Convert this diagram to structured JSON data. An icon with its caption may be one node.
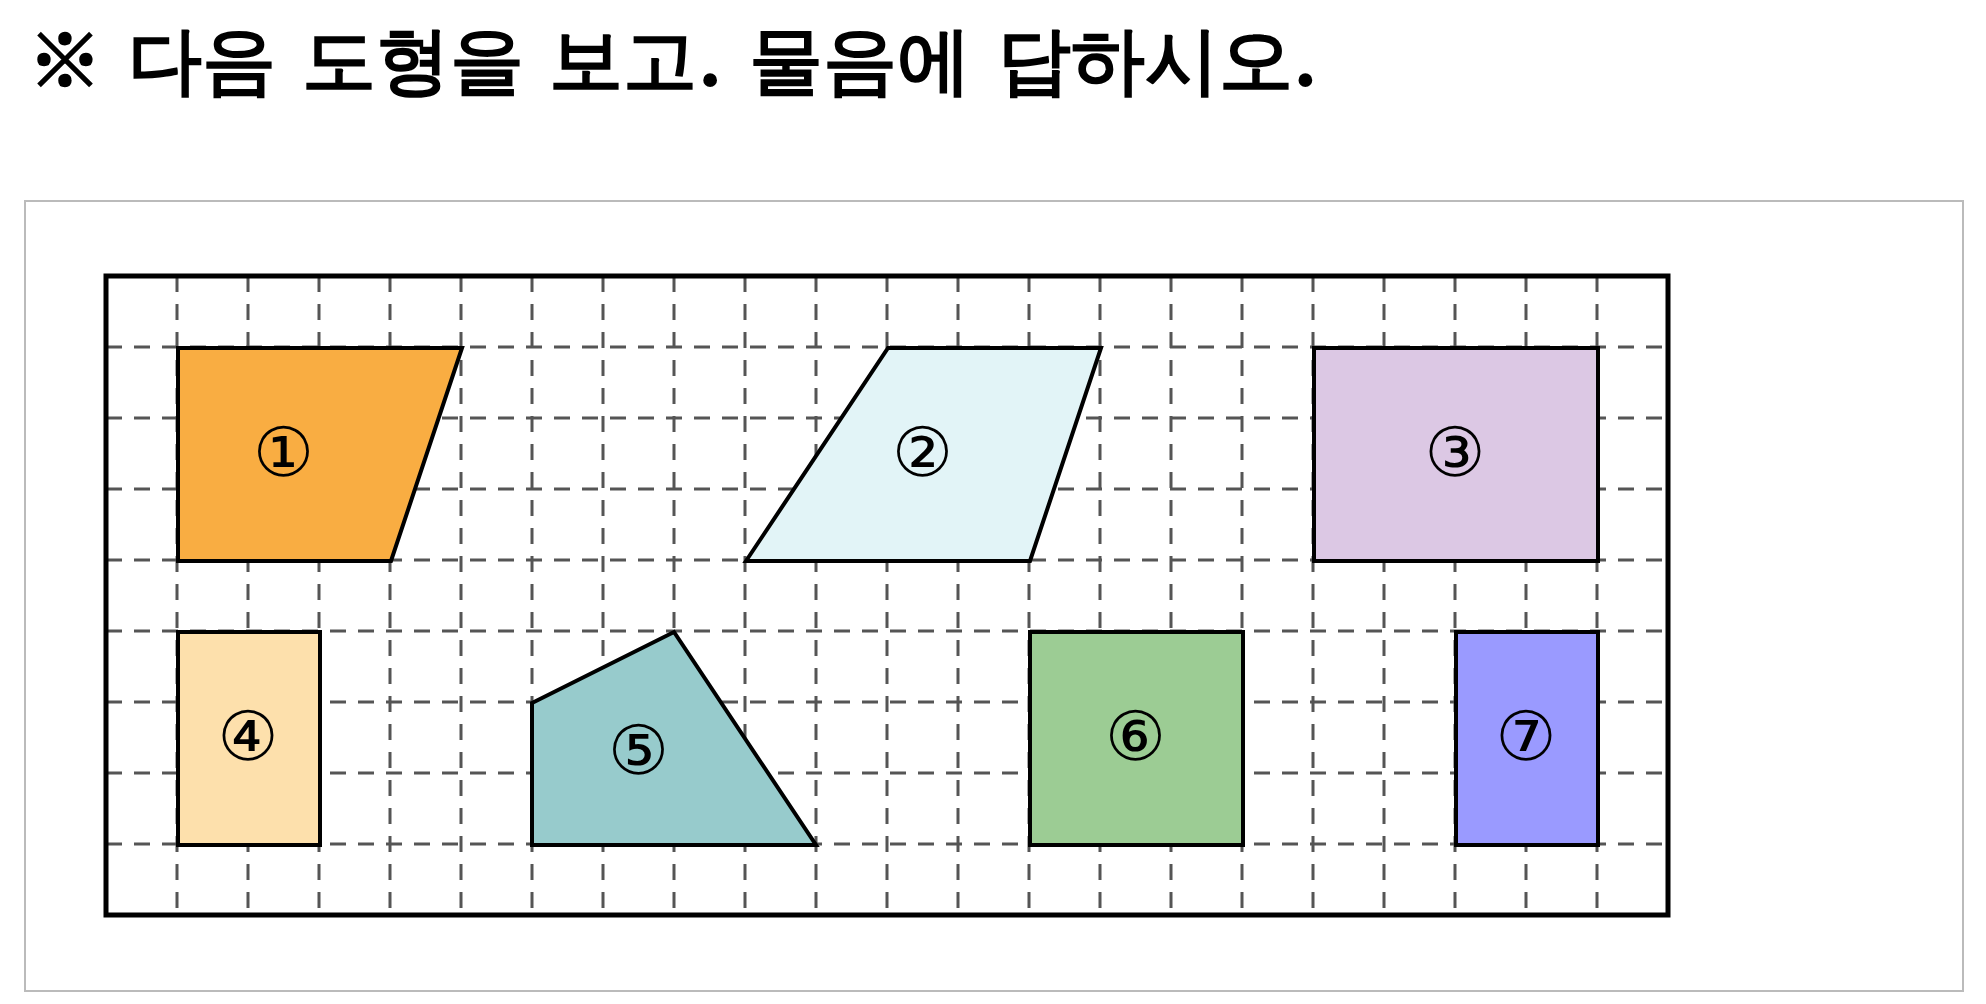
{
  "diagram": {
    "title": "※ 다음 도형을 보고. 물음에 답하시오.",
    "nodes": [
      {
        "text": [
          "①"
        ]
      },
      {
        "text": [
          "②"
        ]
      },
      {
        "text": [
          "③"
        ]
      },
      {
        "text": [
          "④"
        ]
      },
      {
        "text": [
          "⑤"
        ]
      },
      {
        "text": [
          "⑥"
        ]
      },
      {
        "text": [
          "⑦"
        ]
      }
    ],
    "edges": []
  }
}
